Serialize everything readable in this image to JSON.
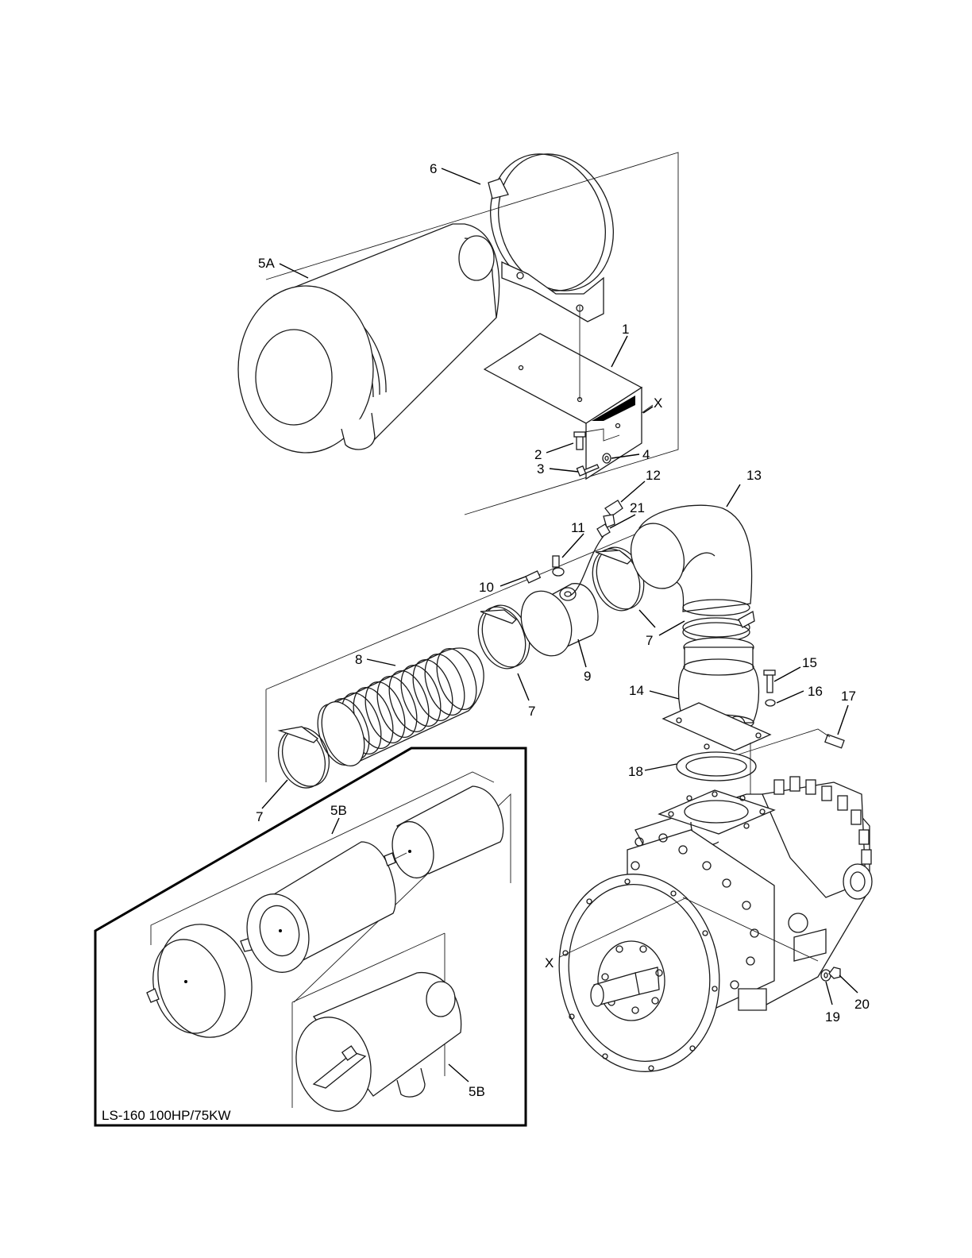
{
  "callouts": {
    "c1": "1",
    "c2": "2",
    "c3": "3",
    "c4": "4",
    "c5a": "5A",
    "c5b_top": "5B",
    "c5b_bottom": "5B",
    "c6": "6",
    "c7_a": "7",
    "c7_b": "7",
    "c7_c": "7",
    "c8": "8",
    "c9": "9",
    "c10": "10",
    "c11": "11",
    "c12": "12",
    "c13": "13",
    "c14": "14",
    "c15": "15",
    "c16": "16",
    "c17": "17",
    "c18": "18",
    "c19": "19",
    "c20": "20",
    "c21": "21",
    "x_top": "X",
    "x_bottom": "X"
  },
  "inset": {
    "caption": "LS-160 100HP/75KW"
  }
}
